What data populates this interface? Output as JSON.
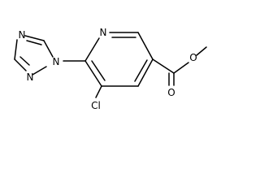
{
  "figure": {
    "kind": "chemical-structure"
  },
  "atoms": {
    "pyridine_n": "N",
    "chlorine": "Cl",
    "carbonyl_o": "O",
    "ester_o": "O",
    "triazole_n1": "N",
    "triazole_n2": "N",
    "triazole_n4": "N"
  }
}
